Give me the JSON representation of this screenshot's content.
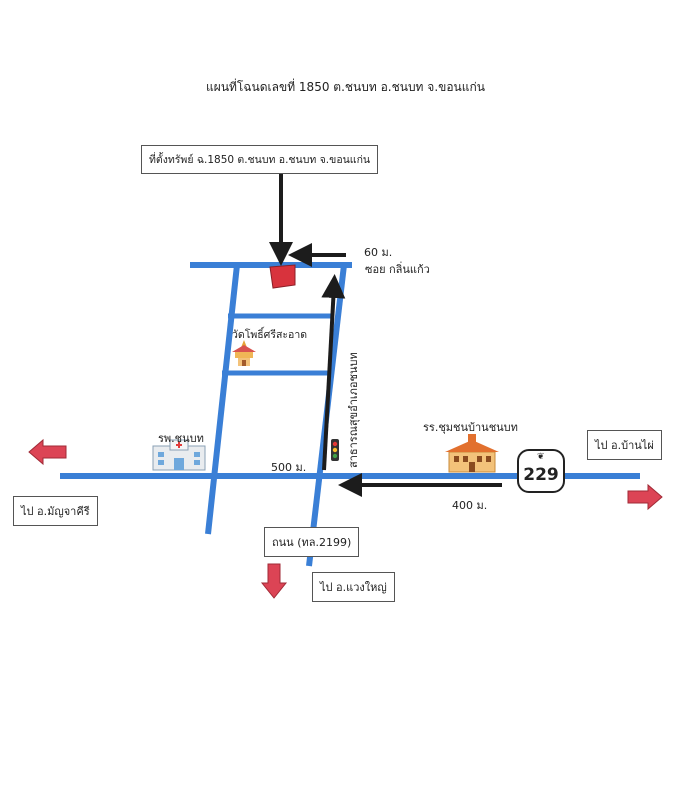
{
  "map": {
    "title": "แผนที่โฉนดเลขที่ 1850 ต.ชนบท อ.ชนบท จ.ขอนแก่น",
    "property_label": "ที่ตั้งทรัพย์ ฉ.1850 ต.ชนบท อ.ชนบท จ.ขอนแก่น",
    "distance_60": "60 ม.",
    "soi_name": "ซอย กลิ่นแก้ว",
    "temple_name": "วัดโพธิ์ศรีสะอาด",
    "public_health_office": "สาธารณสุขอำเภอชนบท",
    "hospital_name": "รพ.ชนบท",
    "school_name": "รร.ชุมชนบ้านชนบท",
    "distance_500": "500 ม.",
    "distance_400": "400 ม.",
    "highway_number": "229",
    "to_ban_phai": "ไป อ.บ้านไผ่",
    "to_manchakhiri": "ไป อ.มัญจาคีรี",
    "road_2199": "ถนน (ทล.2199)",
    "to_waeng_yai": "ไป อ.แวงใหญ่"
  },
  "colors": {
    "road": "#3a7fd6",
    "arrow_black": "#1c1c1c",
    "arrow_red": "#dc4455",
    "property": "#d8333d"
  },
  "icons": {
    "hospital": "hospital-icon",
    "temple": "temple-icon",
    "school": "school-icon",
    "traffic_light": "traffic-light-icon"
  }
}
